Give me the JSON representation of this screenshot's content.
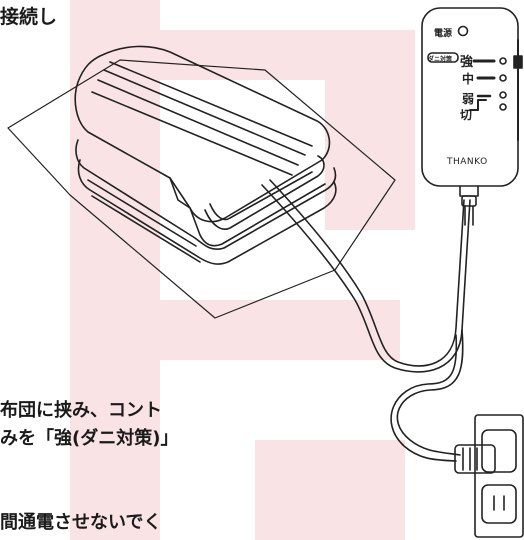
{
  "text": {
    "line1": "接続し",
    "line2a": "布団に挟み、",
    "line2b": "コント",
    "line3": "みを「強(ダニ対策)」",
    "line4": "間通電させないでく"
  },
  "controller": {
    "power_label": "電源",
    "dani_label": "ダニ対策",
    "strong_label": "強",
    "mid_label": "中",
    "weak_label": "弱",
    "off_label": "切",
    "brand": "THANKO"
  },
  "colors": {
    "background_pink": "#f9e3e5",
    "line": "#222222"
  }
}
